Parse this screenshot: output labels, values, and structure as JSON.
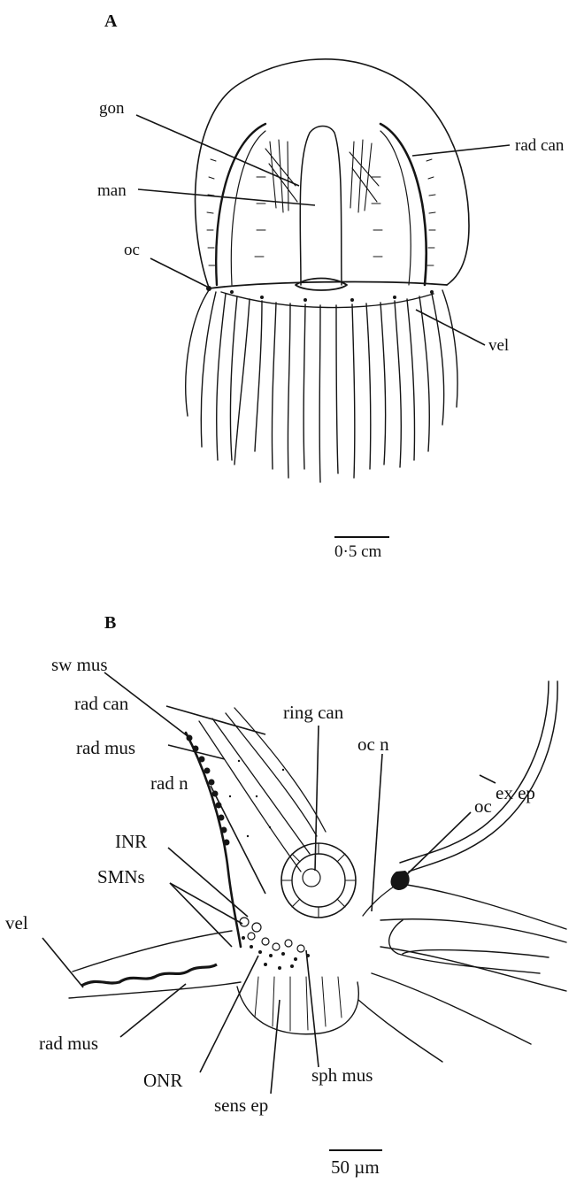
{
  "panel_a": {
    "letter": "A",
    "labels": {
      "gon": "gon",
      "man": "man",
      "oc": "oc",
      "rad_can": "rad can",
      "vel": "vel"
    },
    "scale_bar": "0·5 cm"
  },
  "panel_b": {
    "letter": "B",
    "labels": {
      "sw_mus": "sw mus",
      "rad_can": "rad can",
      "rad_mus_upper": "rad mus",
      "rad_n": "rad n",
      "inr": "INR",
      "smns": "SMNs",
      "vel": "vel",
      "rad_mus_lower": "rad mus",
      "onr": "ONR",
      "sens_ep": "sens ep",
      "sph_mus": "sph mus",
      "ring_can": "ring can",
      "oc_n": "oc n",
      "ex_ep": "ex ep",
      "oc": "oc"
    },
    "scale_bar": "50 µm"
  }
}
